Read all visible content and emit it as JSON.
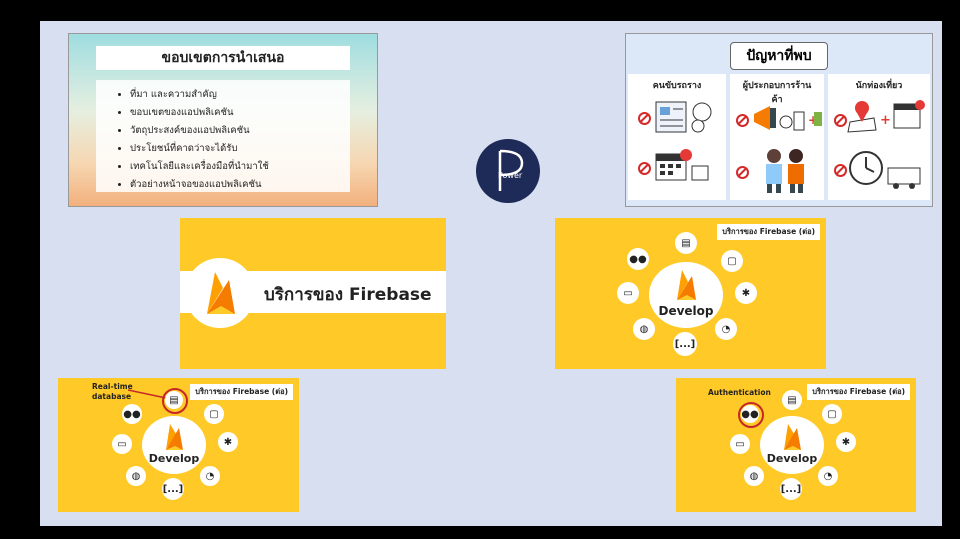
{
  "slide1": {
    "title": "ขอบเขตการนำเสนอ",
    "bullets": [
      "ที่มา และความสำคัญ",
      "ขอบเขตของแอปพลิเคชัน",
      "วัตถุประสงค์ของแอปพลิเคชัน",
      "ประโยชน์ที่คาดว่าจะได้รับ",
      "เทคโนโลยีและเครื่องมือที่นำมาใช้",
      "ตัวอย่างหน้าจอของแอปพลิเคชัน"
    ]
  },
  "slide2": {
    "title": "ปัญหาที่พบ",
    "columns": [
      "คนขับรถราง",
      "ผู้ประกอบการร้านค้า",
      "นักท่องเที่ยว"
    ]
  },
  "logo": {
    "text": "Power"
  },
  "slide3": {
    "title": "บริการของ Firebase"
  },
  "slide4": {
    "tag": "บริการของ Firebase (ต่อ)",
    "hub": "Develop",
    "more": "[...]"
  },
  "slide5": {
    "tag": "บริการของ Firebase (ต่อ)",
    "hub": "Develop",
    "more": "[...]",
    "callout_1": "Real-time",
    "callout_2": "database"
  },
  "slide6": {
    "tag": "บริการของ Firebase (ต่อ)",
    "hub": "Develop",
    "more": "[...]",
    "callout": "Authentication"
  },
  "colors": {
    "yellow": "#ffca28",
    "stage": "#d7dff0",
    "logo_bg": "#1e2a57",
    "highlight": "#c62828"
  }
}
